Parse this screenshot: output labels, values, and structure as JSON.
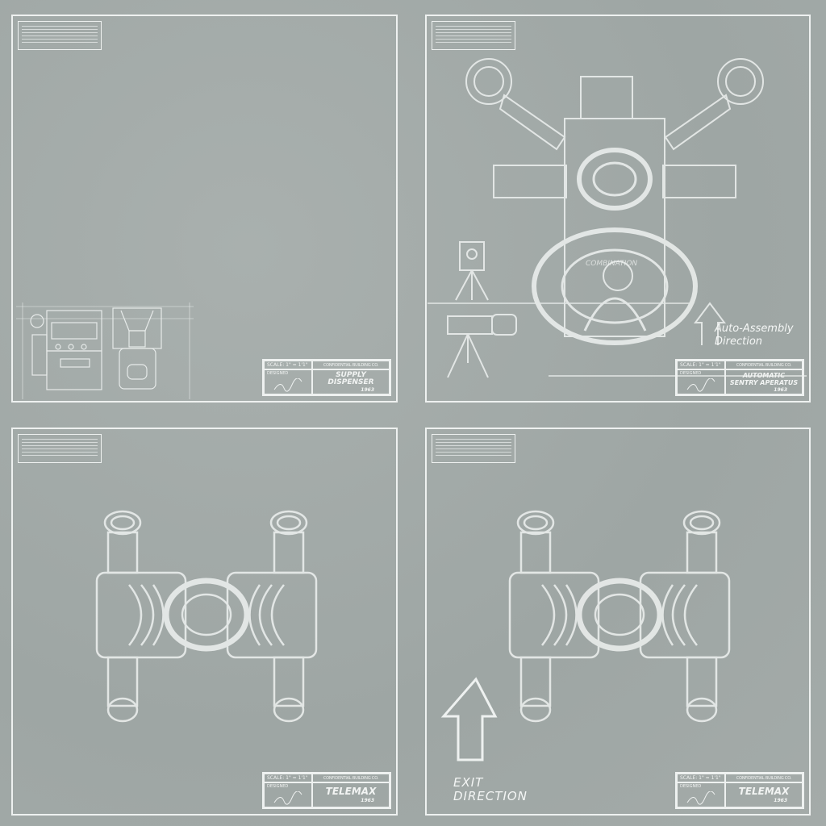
{
  "panels": [
    {
      "title": "SUPPLY\nDISPENSER",
      "year": "1963"
    },
    {
      "title": "AUTOMATIC\nSENTRY APERATUS",
      "year": "1963"
    },
    {
      "title": "TELEMAX",
      "year": "1963"
    },
    {
      "title": "TELEMAX",
      "year": "1963"
    }
  ],
  "titleblock": {
    "scale": "SCALE: 1\" = 1'1\"",
    "company": "CONFIDENTIAL BUILDING CO.",
    "designed": "DESIGNED"
  },
  "annotations": {
    "auto_assembly": "Auto-Assembly Direction",
    "exit": "EXIT DIRECTION",
    "sentry_label": "COMBINATION"
  },
  "colors": {
    "background": "#a3aaa8",
    "ink": "#eef1f0"
  }
}
